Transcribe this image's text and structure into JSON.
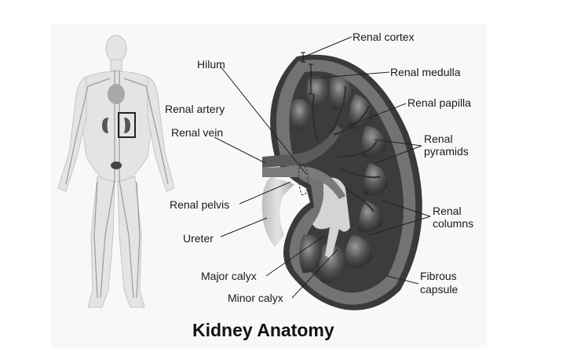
{
  "figure": {
    "title": "Kidney Anatomy",
    "background_color": "#f8f8f8",
    "labels": {
      "renal_cortex": "Renal cortex",
      "hilum": "Hilum",
      "renal_medulla": "Renal medulla",
      "renal_artery": "Renal artery",
      "renal_papilla": "Renal papilla",
      "renal_vein": "Renal vein",
      "renal_pyramids_1": "Renal",
      "renal_pyramids_2": "pyramids",
      "renal_pelvis": "Renal pelvis",
      "renal_columns_1": "Renal",
      "renal_columns_2": "columns",
      "ureter": "Ureter",
      "major_calyx": "Major calyx",
      "fibrous_capsule_1": "Fibrous",
      "fibrous_capsule_2": "capsule",
      "minor_calyx": "Minor calyx"
    },
    "illustrations": {
      "body": "human-body-outline-with-circulatory-system",
      "highlight_box": "kidney-location-box",
      "kidney": "kidney-cross-section"
    }
  }
}
